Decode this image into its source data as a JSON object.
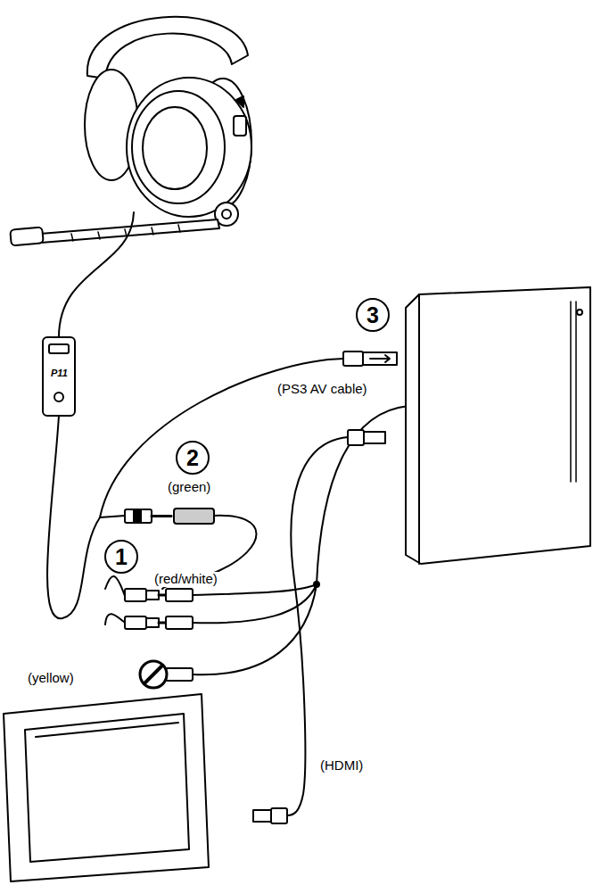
{
  "diagram": {
    "nodes": [
      {
        "text": [
          "3"
        ]
      },
      {
        "text": [
          "2"
        ]
      },
      {
        "text": [
          "1"
        ]
      }
    ],
    "labels": [
      "(PS3 AV cable)",
      "(green)",
      "(red/white)",
      "(yellow)",
      "(HDMI)",
      "P11"
    ]
  }
}
